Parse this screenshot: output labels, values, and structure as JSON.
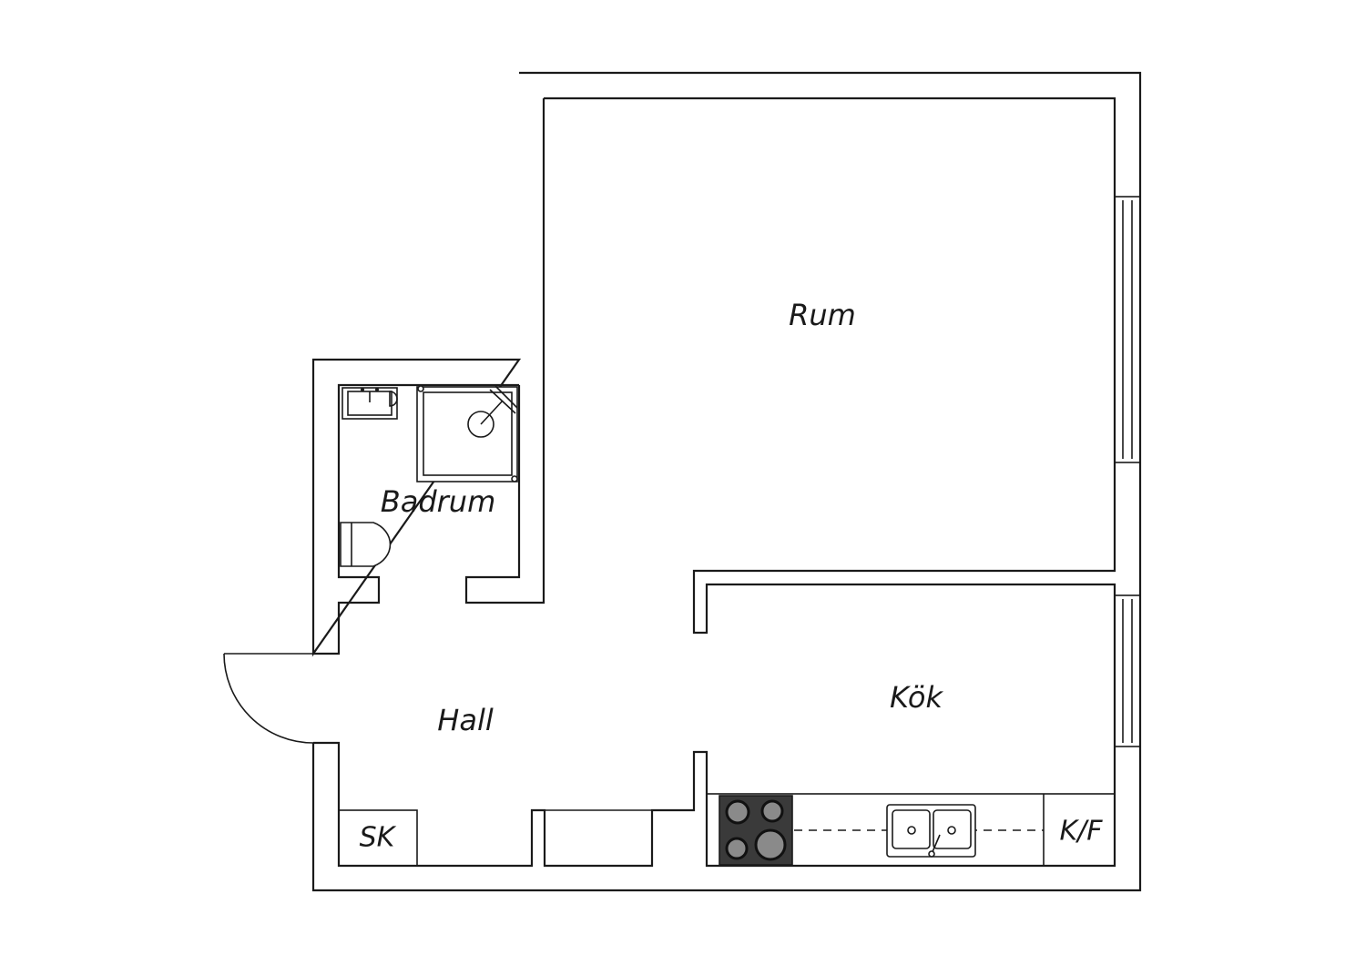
{
  "rooms": {
    "rum": "Rum",
    "badrum": "Badrum",
    "hall": "Hall",
    "kok": "Kök",
    "sk": "SK",
    "kf": "K/F"
  },
  "icons": [
    "door-swing-icon",
    "shower-icon",
    "wash-basin-icon",
    "toilet-icon",
    "stove-icon",
    "sink-icon",
    "window-icon"
  ],
  "colors": {
    "wall": "#1a1a1a",
    "stove": "#3a3a3a",
    "burner": "#8a8a8a"
  }
}
